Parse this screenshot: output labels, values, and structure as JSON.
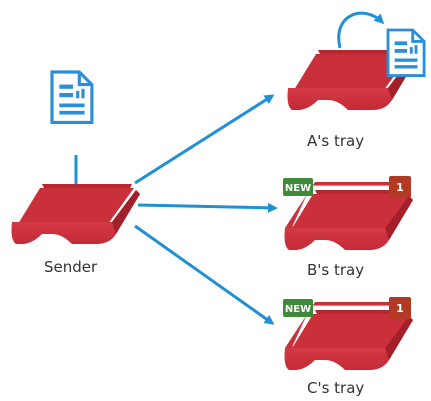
{
  "nodes": {
    "sender": {
      "label": "Sender"
    },
    "a": {
      "label": "A's tray"
    },
    "b": {
      "label": "B's tray",
      "new_badge": "NEW",
      "count_badge": "1"
    },
    "c": {
      "label": "C's tray",
      "new_badge": "NEW",
      "count_badge": "1"
    }
  },
  "colors": {
    "tray": "#d83a45",
    "tray_dark": "#a3202b",
    "document": "#2a8fd8",
    "arrow": "#1f8fd6",
    "new_badge": "#3e8a3a",
    "count_badge": "#b23a24"
  },
  "icons": [
    "document-icon",
    "tray-icon",
    "curved-arrow-icon"
  ]
}
